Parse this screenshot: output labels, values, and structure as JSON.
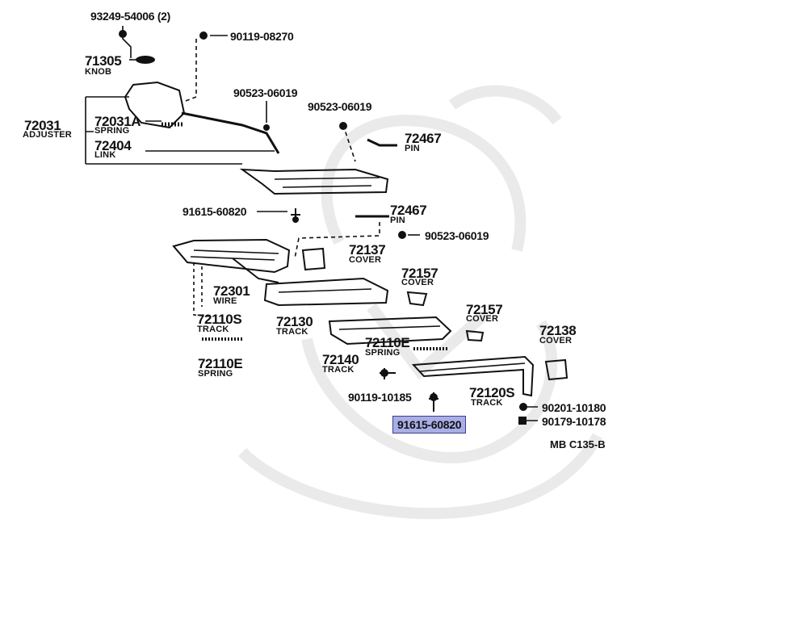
{
  "labels": {
    "p93249": "93249-54006 (2)",
    "p90119a": "90119-08270",
    "p71305": "71305",
    "knob": "KNOB",
    "p72031": "72031",
    "adjuster": "ADJUSTER",
    "p72031a": "72031A",
    "spring1": "SPRING",
    "p72404": "72404",
    "link": "LINK",
    "p90523a": "90523-06019",
    "p90523b": "90523-06019",
    "p72467a": "72467",
    "pin1": "PIN",
    "p91615a": "91615-60820",
    "p72467b": "72467",
    "pin2": "PIN",
    "p90523c": "90523-06019",
    "p72137": "72137",
    "cover1": "COVER",
    "p72157a": "72157",
    "cover2": "COVER",
    "p72301": "72301",
    "wire": "WIRE",
    "p72130": "72130",
    "track1": "TRACK",
    "p72110s": "72110S",
    "track2": "TRACK",
    "p72157b": "72157",
    "cover3": "COVER",
    "p72138": "72138",
    "cover4": "COVER",
    "p72110e_mid": "72110E",
    "spring2": "SPRING",
    "p72140": "72140",
    "track3": "TRACK",
    "p72110e": "72110E",
    "spring3": "SPRING",
    "p90119b": "90119-10185",
    "p72120s": "72120S",
    "track4": "TRACK",
    "p90201": "90201-10180",
    "p90179": "90179-10178",
    "p91615b": "91615-60820",
    "ref": "MB  C135-B"
  },
  "highlight": {
    "part": "91615-60820",
    "color": "#a9aee6",
    "border": "#3c3f8a"
  },
  "colors": {
    "line": "#111111",
    "watermark": "#e6e6e6"
  }
}
